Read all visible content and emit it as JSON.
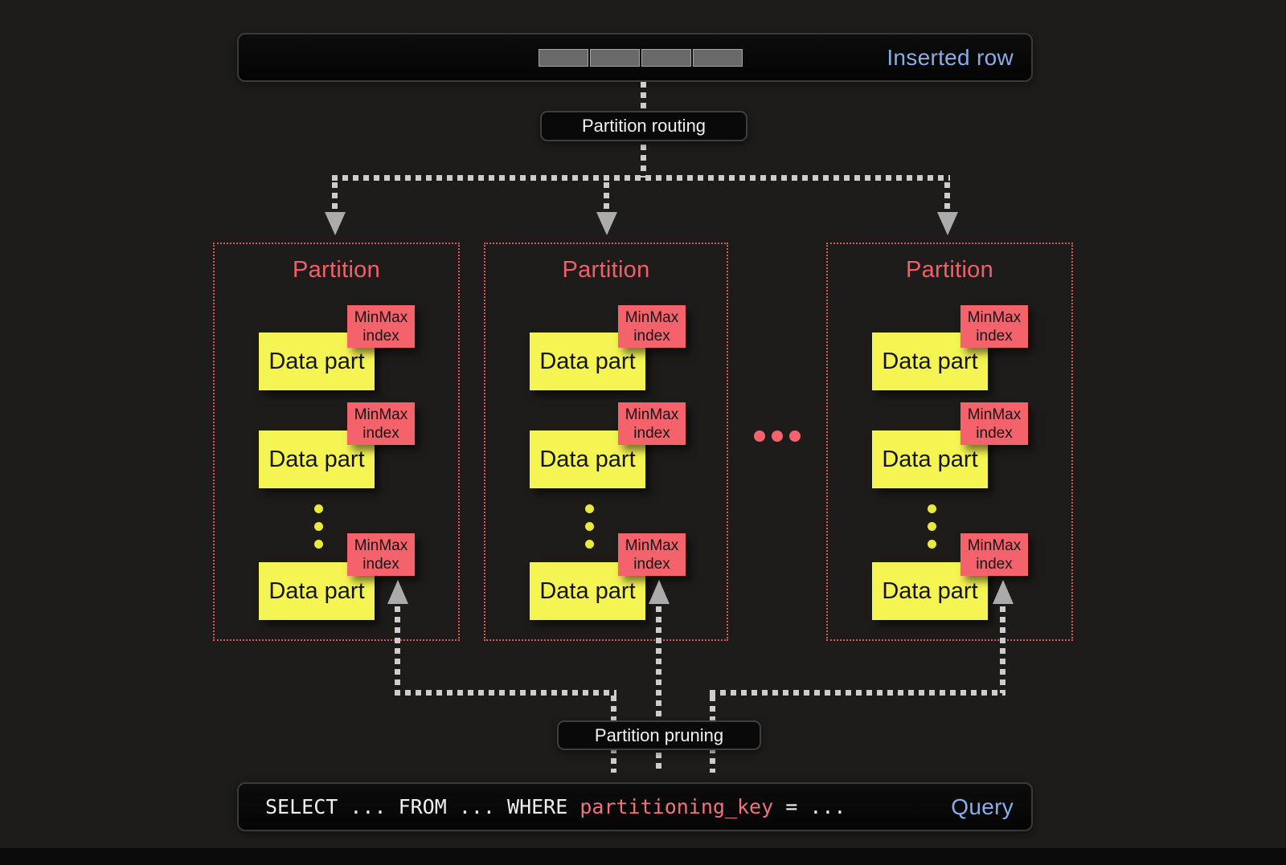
{
  "inserted_row": {
    "label": "Inserted row",
    "segment_count": 4
  },
  "routing_label": "Partition routing",
  "pruning_label": "Partition pruning",
  "partitions": [
    {
      "title": "Partition",
      "parts": [
        {
          "part_label": "Data part",
          "index_label": "MinMax index"
        },
        {
          "part_label": "Data part",
          "index_label": "MinMax index"
        },
        {
          "part_label": "Data part",
          "index_label": "MinMax index"
        }
      ]
    },
    {
      "title": "Partition",
      "parts": [
        {
          "part_label": "Data part",
          "index_label": "MinMax index"
        },
        {
          "part_label": "Data part",
          "index_label": "MinMax index"
        },
        {
          "part_label": "Data part",
          "index_label": "MinMax index"
        }
      ]
    },
    {
      "title": "Partition",
      "parts": [
        {
          "part_label": "Data part",
          "index_label": "MinMax index"
        },
        {
          "part_label": "Data part",
          "index_label": "MinMax index"
        },
        {
          "part_label": "Data part",
          "index_label": "MinMax index"
        }
      ]
    }
  ],
  "query": {
    "sql_prefix": "SELECT ... FROM ... WHERE ",
    "sql_key": "partitioning_key",
    "sql_suffix": " = ...",
    "label": "Query"
  },
  "colors": {
    "accent_red": "#f4626c",
    "accent_red_text": "#f0606a",
    "accent_yellow": "#f4f452",
    "dot_yellow": "#e9e93f",
    "accent_blue": "#86aeea",
    "sql_pink": "#f0737c",
    "line_gray": "#cdcdcd",
    "border_red": "#da5953"
  }
}
